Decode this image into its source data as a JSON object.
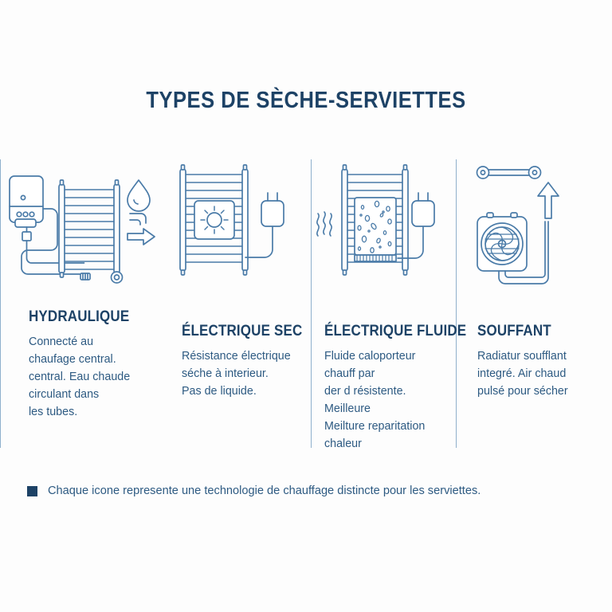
{
  "title": "TYPES DE SÈCHE-SERVIETTES",
  "colors": {
    "background": "#fdfdfd",
    "heading_navy": "#1d4266",
    "body_blue": "#2d5a82",
    "line_blue": "#4a7ba8",
    "divider": "#8fb0cc",
    "icon_fill": "#ffffff"
  },
  "columns": [
    {
      "icon_name": "hydraulic-towel-rail-icon",
      "icon_parts": [
        "boiler-unit",
        "towel-ladder-rail",
        "water-droplet",
        "flow-arrow",
        "connecting-pipes"
      ],
      "heading": "HYDRAULIQUE",
      "body": "Connecté au\nchaufage central.\ncentral. Eau chaude\ncirculant dans\nles tubes."
    },
    {
      "icon_name": "dry-electric-towel-rail-icon",
      "icon_parts": [
        "towel-ladder-rail",
        "heat-panel",
        "sun-heat-symbol",
        "power-plug",
        "power-cable"
      ],
      "heading": "ÉLECTRIQUE SEC",
      "body": "Résistance électrique\nséche à interieur.\nPas de liquide."
    },
    {
      "icon_name": "fluid-electric-towel-rail-icon",
      "icon_parts": [
        "towel-ladder-rail",
        "fluid-panel",
        "fluid-bubbles",
        "heating-element",
        "power-plug",
        "heat-waves"
      ],
      "heading": "ÉLECTRIQUE FLUIDE",
      "body": "Fluide caloporteur\nchauff par\nder d résistente.\nMeilleure\nMeilture reparitation\nchaleur"
    },
    {
      "icon_name": "fan-heater-towel-rail-icon",
      "icon_parts": [
        "towel-bar",
        "fan-heater-unit",
        "fan-grille",
        "up-arrow",
        "power-cable"
      ],
      "heading": "SOUFFANT",
      "body": "Radiatur soufflant\nintegré. Air chaud\npulsé pour sécher"
    }
  ],
  "footer": {
    "bullet_icon": "square-bullet-icon",
    "note": "Chaque icone represente une technologie de chauffage distincte pour les serviettes."
  }
}
